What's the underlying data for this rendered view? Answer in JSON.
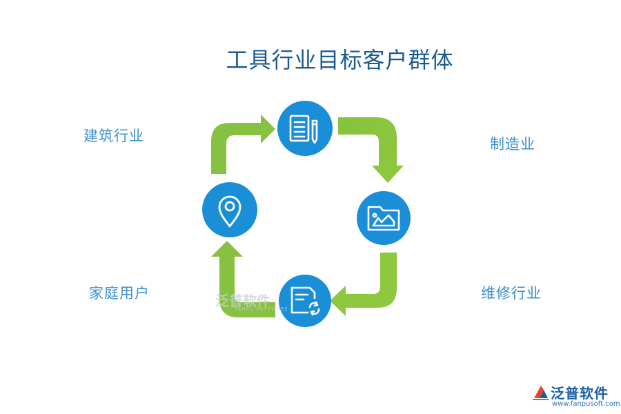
{
  "title": "工具行业目标客户群体",
  "labels": {
    "top_left": "建筑行业",
    "top_right": "制造业",
    "bottom_left": "家庭用户",
    "bottom_right": "维修行业"
  },
  "watermark": {
    "text": "泛普软件",
    "sub": "FANPU SOFTWARE"
  },
  "brand": {
    "name": "泛普软件",
    "url": "www.fanpusoft.com"
  },
  "colors": {
    "circle": "#1a8fd8",
    "arrow_green": "#8cc63f",
    "title": "#1a5a94",
    "label": "#3a8fd0"
  },
  "icons": [
    "document-pencil-icon",
    "folder-image-icon",
    "document-refresh-icon",
    "location-pin-icon"
  ]
}
